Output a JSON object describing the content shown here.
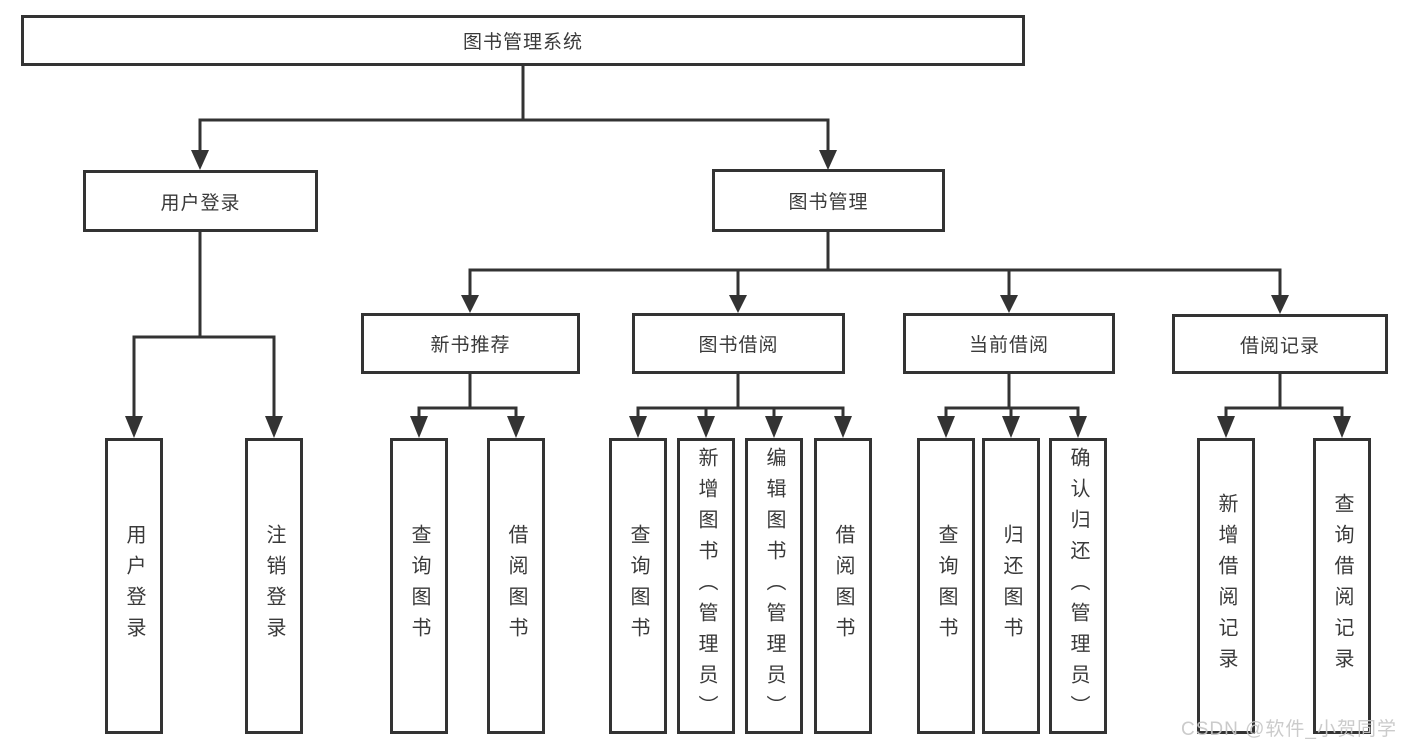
{
  "style": {
    "ink_color": "#333333",
    "text_color": "#3a3a3a",
    "background_color": "#ffffff",
    "watermark_color": "#c7c7c7"
  },
  "watermark": {
    "text": "CSDN @软件_小贺同学"
  },
  "diagram": {
    "type": "hierarchy-tree",
    "root": {
      "label": "图书管理系统"
    },
    "branches": [
      {
        "label": "用户登录",
        "children": [
          {
            "label": "用户登录"
          },
          {
            "label": "注销登录"
          }
        ]
      },
      {
        "label": "图书管理",
        "children": [
          {
            "label": "新书推荐",
            "children": [
              {
                "label": "查询图书"
              },
              {
                "label": "借阅图书"
              }
            ]
          },
          {
            "label": "图书借阅",
            "children": [
              {
                "label": "查询图书"
              },
              {
                "label": "新增图书（管理员）"
              },
              {
                "label": "编辑图书（管理员）"
              },
              {
                "label": "借阅图书"
              }
            ]
          },
          {
            "label": "当前借阅",
            "children": [
              {
                "label": "查询图书"
              },
              {
                "label": "归还图书"
              },
              {
                "label": "确认归还（管理员）"
              }
            ]
          },
          {
            "label": "借阅记录",
            "children": [
              {
                "label": "新增借阅记录"
              },
              {
                "label": "查询借阅记录"
              }
            ]
          }
        ]
      }
    ]
  }
}
